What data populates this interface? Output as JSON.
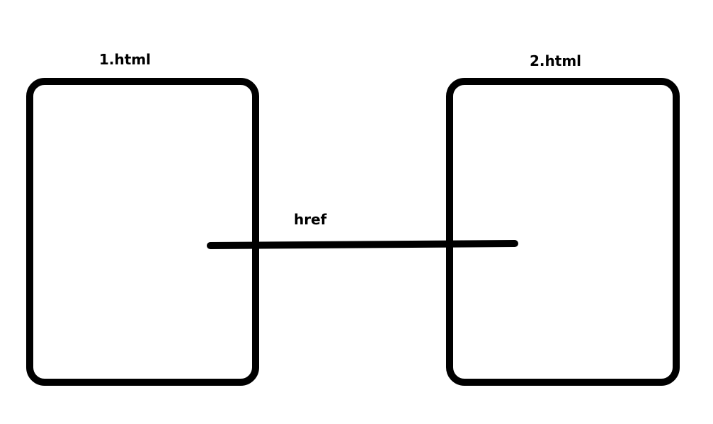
{
  "diagram": {
    "pages": [
      {
        "label": "1.html"
      },
      {
        "label": "2.html"
      }
    ],
    "link": {
      "label": "href"
    },
    "colors": {
      "stroke": "#000000",
      "background": "#ffffff"
    }
  }
}
